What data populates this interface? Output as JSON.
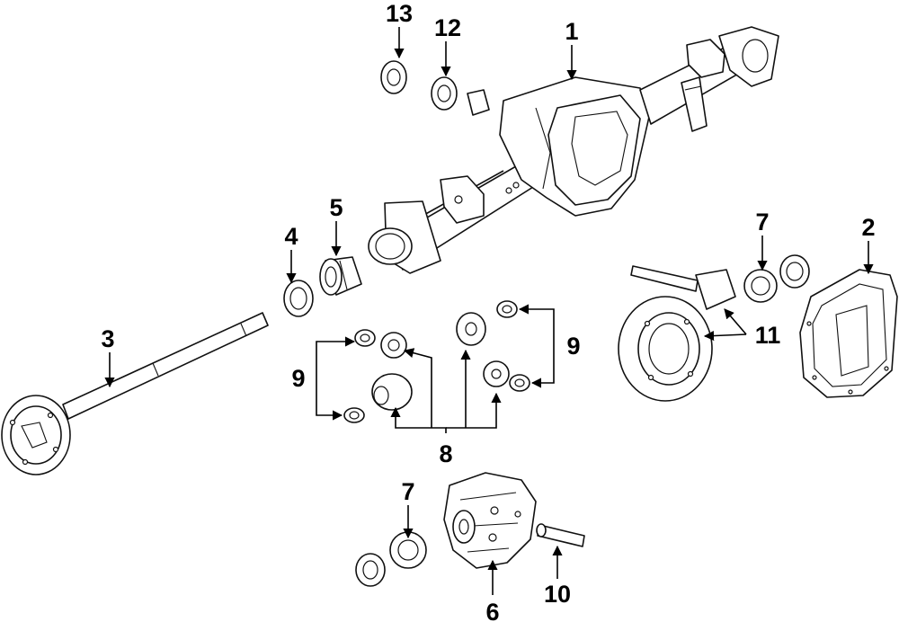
{
  "callouts": {
    "c1": "1",
    "c2": "2",
    "c3": "3",
    "c4": "4",
    "c5": "5",
    "c6": "6",
    "c7a": "7",
    "c7b": "7",
    "c8": "8",
    "c9a": "9",
    "c9b": "9",
    "c10": "10",
    "c11": "11",
    "c12": "12",
    "c13": "13"
  },
  "colors": {
    "ink": "#111111",
    "background": "#ffffff"
  }
}
